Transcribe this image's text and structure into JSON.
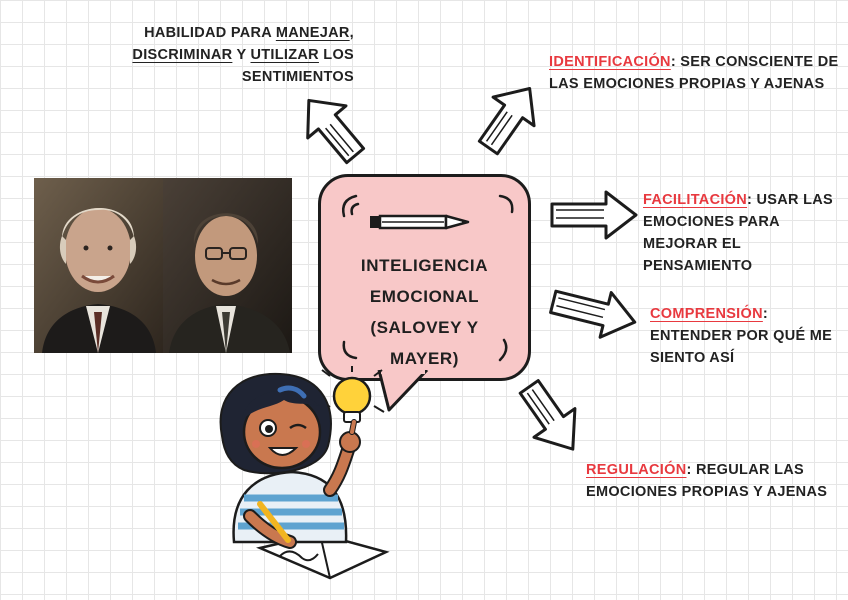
{
  "center": {
    "title_lines": [
      "INTELIGENCIA",
      "EMOCIONAL",
      "(SALOVEY Y",
      "MAYER)"
    ]
  },
  "top_left": {
    "p1": "HABILIDAD PARA ",
    "manejar": "MANEJAR",
    "p2": ",",
    "discriminar": "DISCRIMINAR",
    "p3": " Y ",
    "utilizar": "UTILIZAR",
    "p4": " LOS",
    "p5": "SENTIMIENTOS"
  },
  "branches": {
    "identificacion": {
      "keyword": "IDENTIFICACIÓN",
      "rest": ": SER CONSCIENTE DE LAS EMOCIONES PROPIAS Y AJENAS"
    },
    "facilitacion": {
      "keyword": "FACILITACIÓN",
      "rest": ": USAR LAS EMOCIONES PARA MEJORAR EL PENSAMIENTO"
    },
    "comprension": {
      "keyword": "COMPRENSIÓN",
      "rest": ":",
      "line2": "ENTENDER POR QUÉ ME SIENTO ASÍ"
    },
    "regulacion": {
      "keyword": "REGULACIÓN",
      "rest": ": REGULAR LAS EMOCIONES PROPIAS Y AJENAS"
    }
  },
  "colors": {
    "bubble": "#f8c8c8",
    "highlight": "#e8393f",
    "outline": "#1c1c1c"
  }
}
